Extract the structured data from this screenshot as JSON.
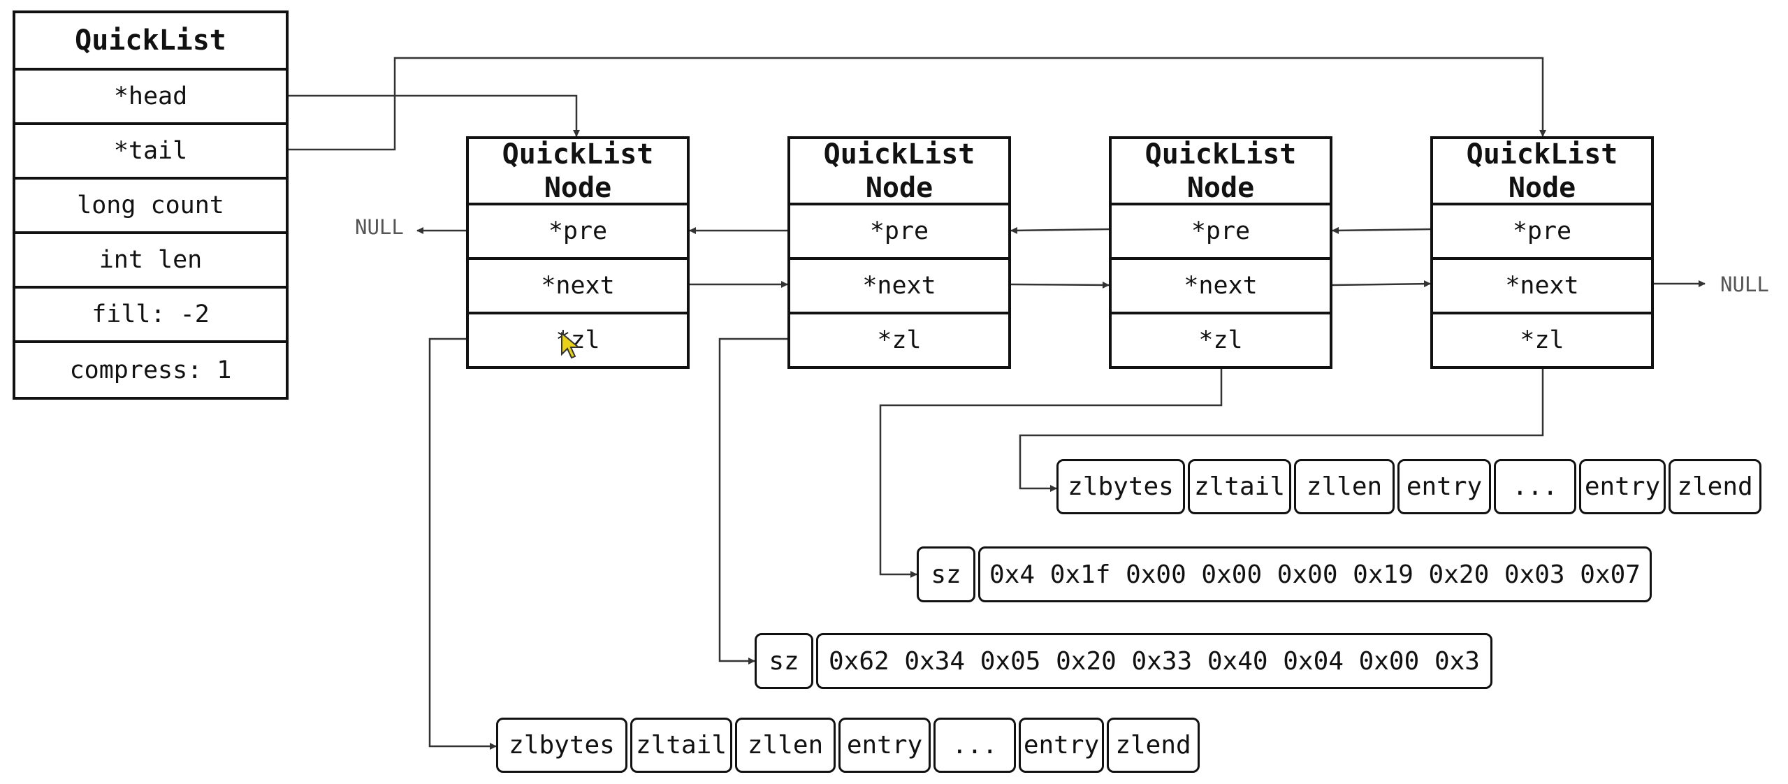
{
  "quicklist": {
    "title": "QuickList",
    "fields": [
      "*head",
      "*tail",
      "long count",
      "int len",
      "fill: -2",
      "compress: 1"
    ]
  },
  "nodes": [
    {
      "title_line1": "QuickList",
      "title_line2": "Node",
      "fields": [
        "*pre",
        "*next",
        "*zl"
      ]
    },
    {
      "title_line1": "QuickList",
      "title_line2": "Node",
      "fields": [
        "*pre",
        "*next",
        "*zl"
      ]
    },
    {
      "title_line1": "QuickList",
      "title_line2": "Node",
      "fields": [
        "*pre",
        "*next",
        "*zl"
      ]
    },
    {
      "title_line1": "QuickList",
      "title_line2": "Node",
      "fields": [
        "*pre",
        "*next",
        "*zl"
      ]
    }
  ],
  "null_labels": {
    "left": "NULL",
    "right": "NULL"
  },
  "ziplist_top": [
    "zlbytes",
    "zltail",
    "zllen",
    "entry",
    "...",
    "entry",
    "zlend"
  ],
  "compressed_1": {
    "sz": "sz",
    "bytes": "0x4 0x1f 0x00 0x00 0x00 0x19 0x20 0x03 0x07"
  },
  "compressed_2": {
    "sz": "sz",
    "bytes": "0x62 0x34 0x05 0x20 0x33 0x40 0x04 0x00 0x3"
  },
  "ziplist_bottom": [
    "zlbytes",
    "zltail",
    "zllen",
    "entry",
    "...",
    "entry",
    "zlend"
  ],
  "colors": {
    "stroke": "#111111",
    "arrow": "#333333",
    "null_text": "#555555",
    "cursor": "#e8d21a"
  },
  "icons": {
    "cursor": "mouse-pointer-icon"
  }
}
